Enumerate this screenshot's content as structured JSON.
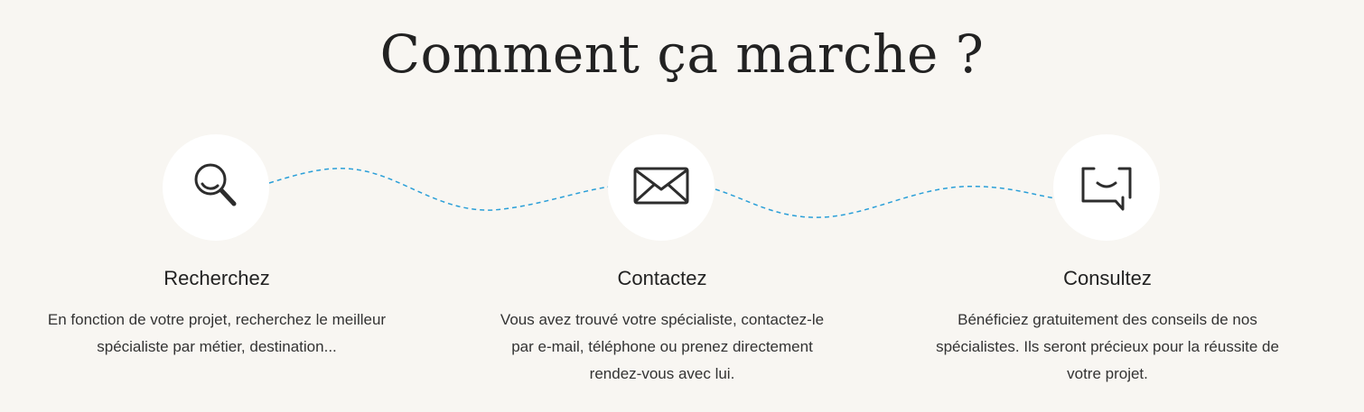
{
  "heading": "Comment ça marche ?",
  "accent_color": "#2a9fd8",
  "steps": [
    {
      "icon": "search-icon",
      "title": "Recherchez",
      "text_lines": [
        "En fonction de votre projet, recherchez le meilleur",
        "spécialiste par métier, destination..."
      ]
    },
    {
      "icon": "envelope-icon",
      "title": "Contactez",
      "text_lines": [
        "Vous avez trouvé votre spécialiste, contactez-le",
        "par e-mail, téléphone ou prenez directement",
        "rendez-vous avec lui."
      ]
    },
    {
      "icon": "chat-bubble-icon",
      "title": "Consultez",
      "text_lines": [
        "Bénéficiez gratuitement des conseils de nos",
        "spécialistes. Ils seront précieux pour la réussite de",
        "votre projet."
      ]
    }
  ]
}
